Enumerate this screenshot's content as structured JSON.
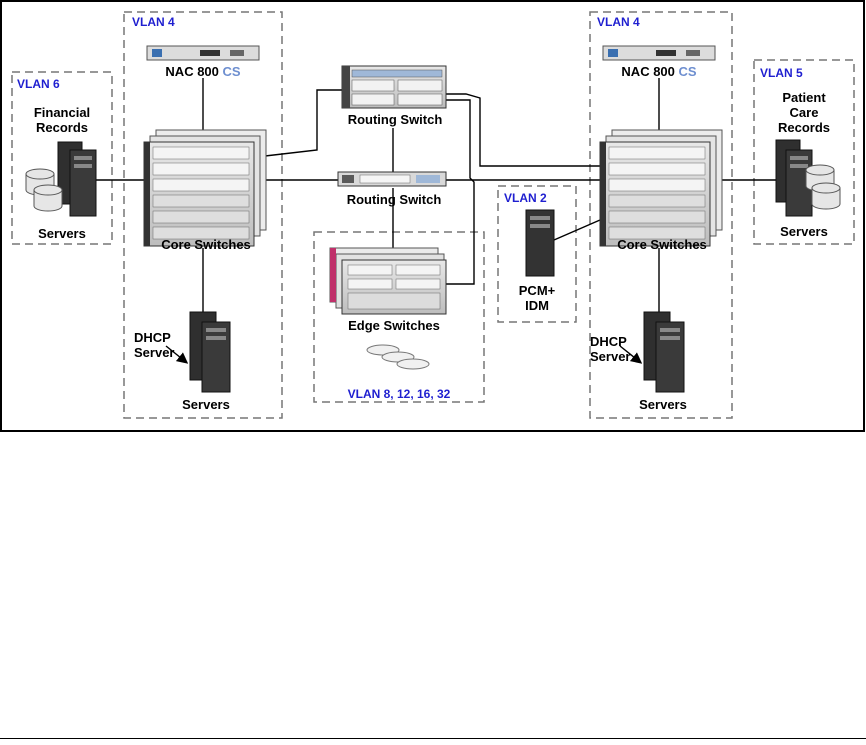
{
  "vlans": {
    "left_core": "VLAN 4",
    "right_core": "VLAN 4",
    "financial": "VLAN 6",
    "patient": "VLAN 5",
    "management": "VLAN 2",
    "edge": "VLAN 8, 12, 16, 32"
  },
  "labels": {
    "nac_left": "NAC 800",
    "nac_left_suffix": "CS",
    "nac_right": "NAC 800",
    "nac_right_suffix": "CS",
    "financial_line1": "Financial",
    "financial_line2": "Records",
    "patient_line1": "Patient",
    "patient_line2": "Care",
    "patient_line3": "Records",
    "servers_financial": "Servers",
    "servers_patient": "Servers",
    "servers_left_dhcp": "Servers",
    "servers_right_dhcp": "Servers",
    "core_left": "Core Switches",
    "core_right": "Core Switches",
    "routing_top": "Routing Switch",
    "routing_mid": "Routing Switch",
    "edge_switches": "Edge Switches",
    "pcm_line1": "PCM+",
    "pcm_line2": "IDM",
    "dhcp_left_line1": "DHCP",
    "dhcp_left_line2": "Server",
    "dhcp_right_line1": "DHCP",
    "dhcp_right_line2": "Server"
  }
}
